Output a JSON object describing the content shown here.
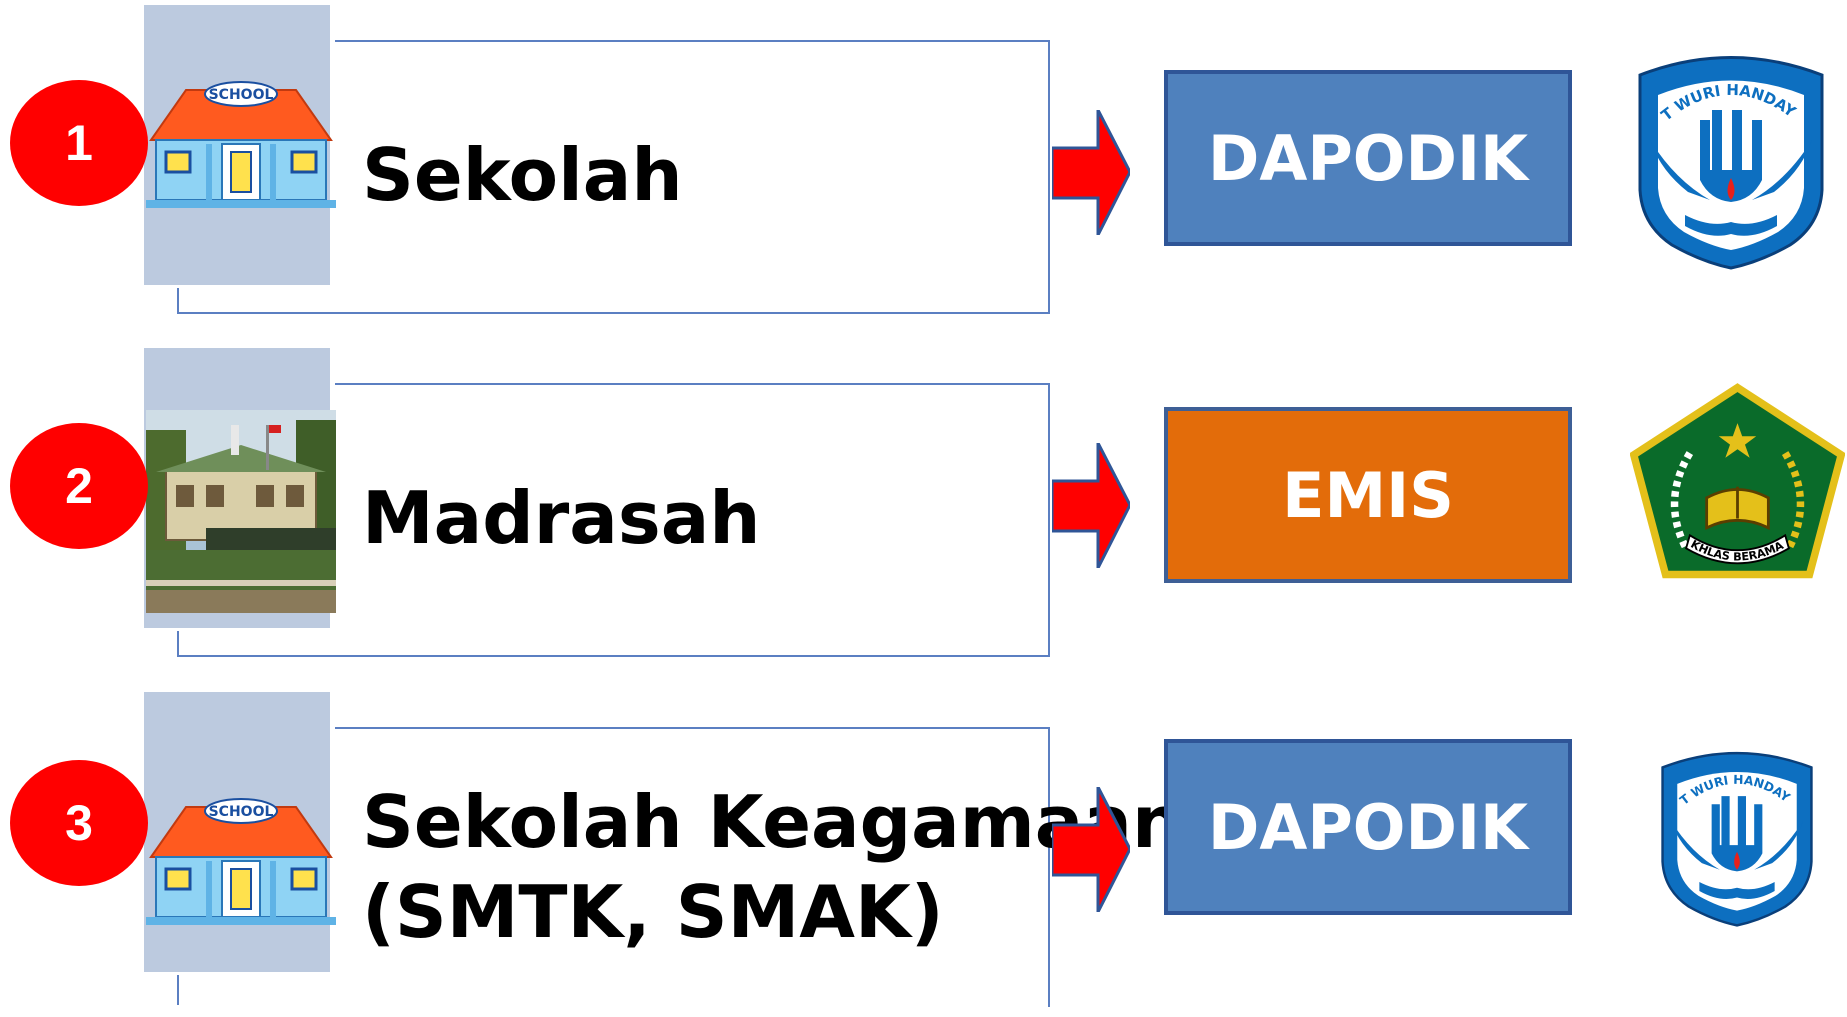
{
  "colors": {
    "badge": "#ff0000",
    "frame": "#5b7fc2",
    "panel": "#bccadf",
    "arrow": "#ff0000",
    "dapodik_box": "#4f81bd",
    "emis_box": "#e36c0a",
    "kemdikbud_blue": "#0d6fc0",
    "kemenag_green": "#0a6b2a",
    "kemenag_gold": "#e4c01a"
  },
  "rows": [
    {
      "number": "1",
      "label_lines": [
        "Sekolah"
      ],
      "picture": "school-building-icon",
      "system": "DAPODIK",
      "box_color": "#4f81bd",
      "logo": "tut-wuri-handayani-logo",
      "logo_text": "TUT WURI HANDAYANI"
    },
    {
      "number": "2",
      "label_lines": [
        "Madrasah"
      ],
      "picture": "madrasah-building-photo",
      "system": "EMIS",
      "box_color": "#e36c0a",
      "logo": "kementerian-agama-logo",
      "logo_text": "IKHLAS BERAMAL"
    },
    {
      "number": "3",
      "label_lines": [
        "Sekolah Keagamaan",
        "(SMTK, SMAK)"
      ],
      "picture": "school-building-icon",
      "system": "DAPODIK",
      "box_color": "#4f81bd",
      "logo": "tut-wuri-handayani-logo",
      "logo_text": "TUT WURI HANDAYANI"
    }
  ]
}
